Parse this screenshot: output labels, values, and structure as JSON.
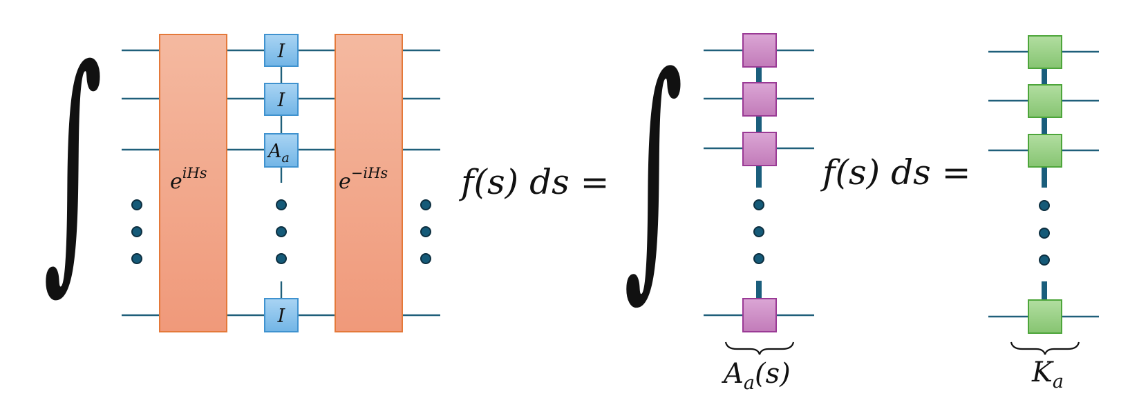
{
  "left_diagram": {
    "integral_sign": "∫",
    "unitary_left_label": {
      "base": "e",
      "exponent": "iHs"
    },
    "unitary_right_label": {
      "base": "e",
      "exponent": "−iHs"
    },
    "column_gates": [
      {
        "base": "I",
        "subscript": ""
      },
      {
        "base": "I",
        "subscript": ""
      },
      {
        "base": "A",
        "subscript": "a"
      },
      {
        "base": "I",
        "subscript": ""
      }
    ]
  },
  "equation": {
    "factor_1": "f(s) ds =",
    "factor_2": "f(s) ds ="
  },
  "middle_diagram": {
    "integral_sign": "∫",
    "brace_label": {
      "base": "A",
      "subscript": "a",
      "suffix": "(s)"
    }
  },
  "right_diagram": {
    "brace_label": {
      "base": "K",
      "subscript": "a",
      "suffix": ""
    }
  },
  "colors": {
    "wire": "#1f5f7a",
    "unitary_fill": "#f2a283",
    "single_site_gate_fill": "#8cc4ec",
    "mpo_pink_fill": "#cc8cc4",
    "mpo_green_fill": "#99cf86"
  }
}
